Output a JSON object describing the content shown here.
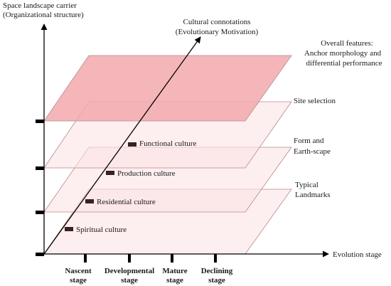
{
  "axes": {
    "y_label_line1": "Space landscape carrier",
    "y_label_line2": "(Organizational structure)",
    "x_label": "Evolution stage",
    "diag_label_line1": "Cultural connotations",
    "diag_label_line2": "(Evolutionary Motivation)"
  },
  "layers": [
    {
      "label_lines": [
        "Overall features:",
        "Anchor morphology and",
        "differential performance"
      ],
      "fill": "#f2a9ad",
      "opacity": 0.85
    },
    {
      "label_lines": [
        "Site selection"
      ],
      "fill": "#fbe3e4",
      "opacity": 0.6
    },
    {
      "label_lines": [
        "Form and",
        "Earth-scape"
      ],
      "fill": "#fbe3e4",
      "opacity": 0.6
    },
    {
      "label_lines": [
        "Typical",
        "Landmarks"
      ],
      "fill": "#fbe3e4",
      "opacity": 0.6
    }
  ],
  "cultures": [
    {
      "label": "Functional culture"
    },
    {
      "label": "Production culture"
    },
    {
      "label": "Residential culture"
    },
    {
      "label": "Spiritual culture"
    }
  ],
  "stages": [
    {
      "line1": "Nascent",
      "line2": "stage"
    },
    {
      "line1": "Developmental",
      "line2": "stage"
    },
    {
      "line1": "Mature",
      "line2": "stage"
    },
    {
      "line1": "Declining",
      "line2": "stage"
    }
  ],
  "colors": {
    "axis": "#000000",
    "marker": "#3a2020",
    "plane_stroke": "#b58a8c"
  }
}
